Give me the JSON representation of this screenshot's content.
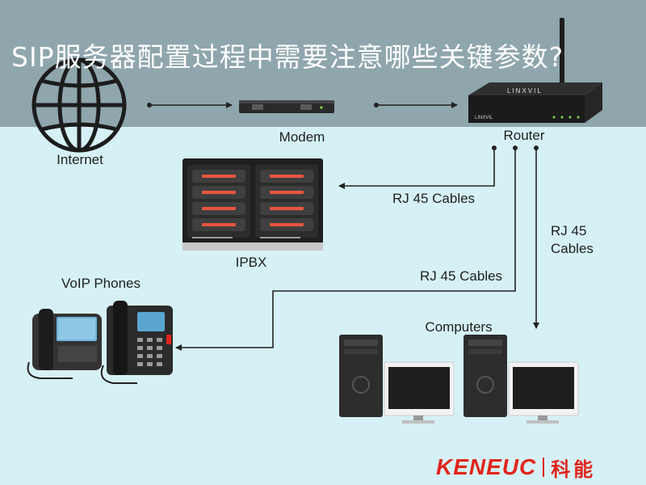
{
  "title": "SIP服务器配置过程中需要注意哪些关键参数?",
  "nodes": {
    "internet": "Internet",
    "modem": "Modem",
    "router": "Router",
    "ipbx": "IPBX",
    "voip_phones": "VoIP Phones",
    "computers": "Computers"
  },
  "edges": {
    "router_ipbx": "RJ 45 Cables",
    "router_phones": "RJ 45 Cables",
    "router_computers_line1": "RJ 45",
    "router_computers_line2": "Cables"
  },
  "device_text": {
    "router_brand": "LINXVIL",
    "router_front": "LINXVIL"
  },
  "brand": {
    "name": "KENEUC",
    "chinese": "科能"
  },
  "colors": {
    "title_band": "#8fa6ad",
    "background": "#d6f1f6",
    "brand_red": "#e1251b",
    "ipbx_led": "#e8553f",
    "line": "#222222"
  }
}
